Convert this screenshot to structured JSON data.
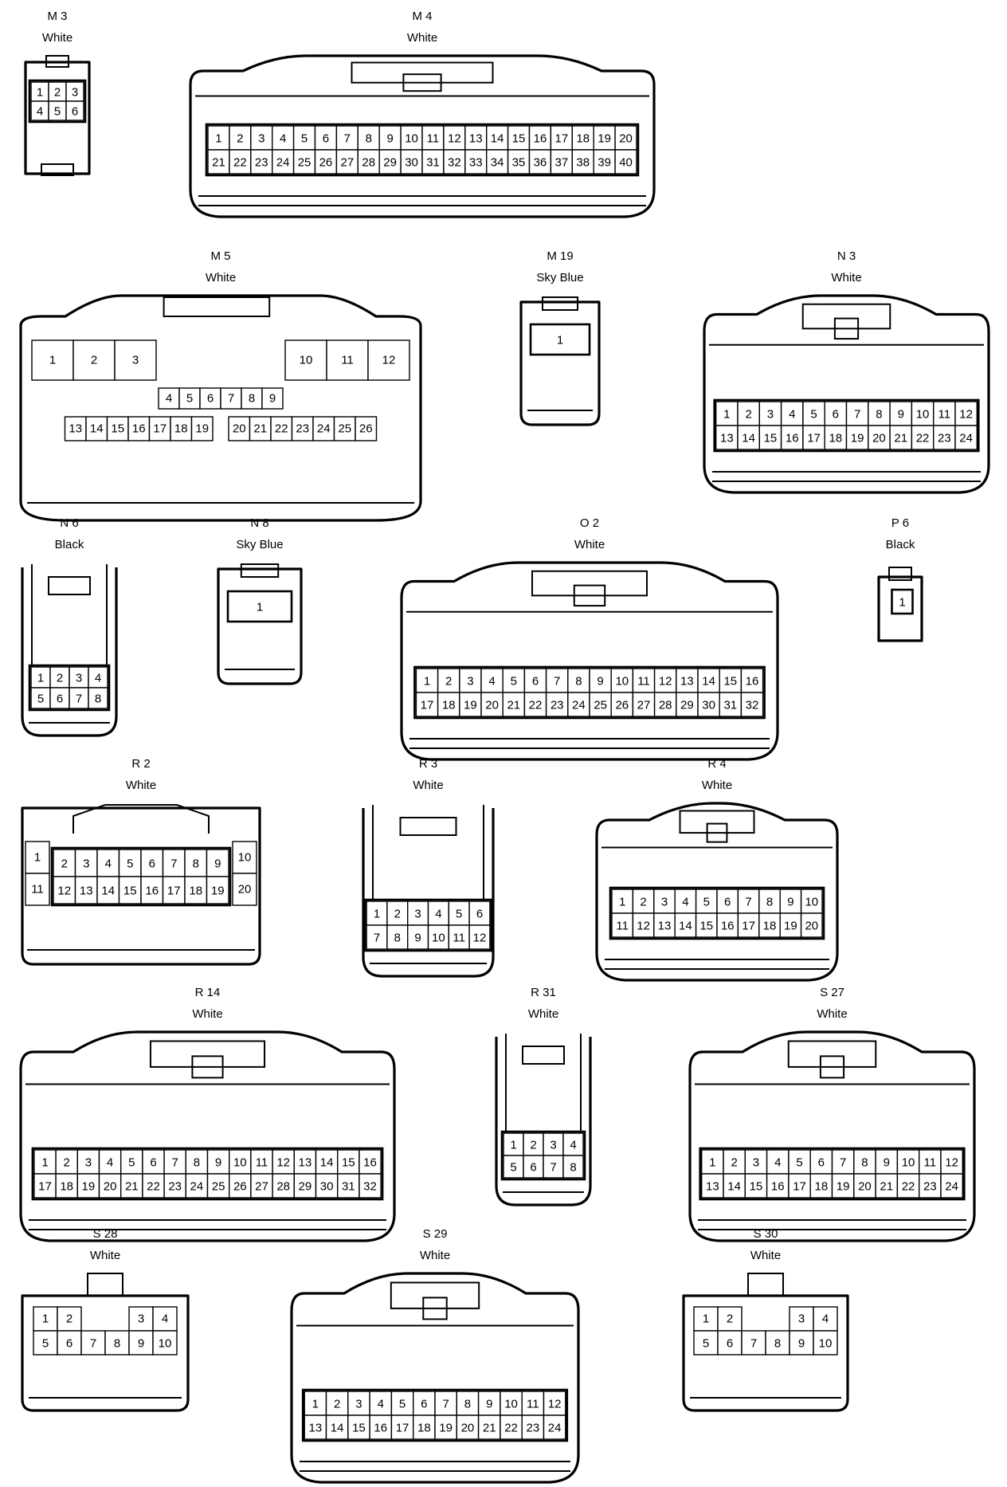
{
  "connectors": [
    {
      "id": "M3",
      "code": "M 3",
      "color": "White",
      "rows": [
        [
          "1",
          "2",
          "3"
        ],
        [
          "4",
          "5",
          "6"
        ]
      ]
    },
    {
      "id": "M4",
      "code": "M 4",
      "color": "White",
      "rows": [
        [
          "1",
          "2",
          "3",
          "4",
          "5",
          "6",
          "7",
          "8",
          "9",
          "10",
          "11",
          "12",
          "13",
          "14",
          "15",
          "16",
          "17",
          "18",
          "19",
          "20"
        ],
        [
          "21",
          "22",
          "23",
          "24",
          "25",
          "26",
          "27",
          "28",
          "29",
          "30",
          "31",
          "32",
          "33",
          "34",
          "35",
          "36",
          "37",
          "38",
          "39",
          "40"
        ]
      ]
    },
    {
      "id": "M5",
      "code": "M 5",
      "color": "White",
      "big": [
        "1",
        "2",
        "3",
        "10",
        "11",
        "12"
      ],
      "mid": [
        "4",
        "5",
        "6",
        "7",
        "8",
        "9"
      ],
      "rows": [
        [
          "13",
          "14",
          "15",
          "16",
          "17",
          "18",
          "19",
          "20",
          "21",
          "22",
          "23",
          "24",
          "25",
          "26"
        ]
      ]
    },
    {
      "id": "M19",
      "code": "M 19",
      "color": "Sky Blue",
      "rows": [
        [
          "1"
        ]
      ]
    },
    {
      "id": "N3",
      "code": "N 3",
      "color": "White",
      "rows": [
        [
          "1",
          "2",
          "3",
          "4",
          "5",
          "6",
          "7",
          "8",
          "9",
          "10",
          "11",
          "12"
        ],
        [
          "13",
          "14",
          "15",
          "16",
          "17",
          "18",
          "19",
          "20",
          "21",
          "22",
          "23",
          "24"
        ]
      ]
    },
    {
      "id": "N6",
      "code": "N 6",
      "color": "Black",
      "rows": [
        [
          "1",
          "2",
          "3",
          "4"
        ],
        [
          "5",
          "6",
          "7",
          "8"
        ]
      ]
    },
    {
      "id": "N8",
      "code": "N 8",
      "color": "Sky Blue",
      "rows": [
        [
          "1"
        ]
      ]
    },
    {
      "id": "O2",
      "code": "O 2",
      "color": "White",
      "rows": [
        [
          "1",
          "2",
          "3",
          "4",
          "5",
          "6",
          "7",
          "8",
          "9",
          "10",
          "11",
          "12",
          "13",
          "14",
          "15",
          "16"
        ],
        [
          "17",
          "18",
          "19",
          "20",
          "21",
          "22",
          "23",
          "24",
          "25",
          "26",
          "27",
          "28",
          "29",
          "30",
          "31",
          "32"
        ]
      ]
    },
    {
      "id": "P6",
      "code": "P 6",
      "color": "Black",
      "rows": [
        [
          "1"
        ]
      ]
    },
    {
      "id": "R2",
      "code": "R 2",
      "color": "White",
      "left": [
        "1",
        "11"
      ],
      "right": [
        "10",
        "20"
      ],
      "rows": [
        [
          "2",
          "3",
          "4",
          "5",
          "6",
          "7",
          "8",
          "9"
        ],
        [
          "12",
          "13",
          "14",
          "15",
          "16",
          "17",
          "18",
          "19"
        ]
      ]
    },
    {
      "id": "R3",
      "code": "R 3",
      "color": "White",
      "rows": [
        [
          "1",
          "2",
          "3",
          "4",
          "5",
          "6"
        ],
        [
          "7",
          "8",
          "9",
          "10",
          "11",
          "12"
        ]
      ]
    },
    {
      "id": "R4",
      "code": "R 4",
      "color": "White",
      "rows": [
        [
          "1",
          "2",
          "3",
          "4",
          "5",
          "6",
          "7",
          "8",
          "9",
          "10"
        ],
        [
          "11",
          "12",
          "13",
          "14",
          "15",
          "16",
          "17",
          "18",
          "19",
          "20"
        ]
      ]
    },
    {
      "id": "R14",
      "code": "R 14",
      "color": "White",
      "rows": [
        [
          "1",
          "2",
          "3",
          "4",
          "5",
          "6",
          "7",
          "8",
          "9",
          "10",
          "11",
          "12",
          "13",
          "14",
          "15",
          "16"
        ],
        [
          "17",
          "18",
          "19",
          "20",
          "21",
          "22",
          "23",
          "24",
          "25",
          "26",
          "27",
          "28",
          "29",
          "30",
          "31",
          "32"
        ]
      ]
    },
    {
      "id": "R31",
      "code": "R 31",
      "color": "White",
      "rows": [
        [
          "1",
          "2",
          "3",
          "4"
        ],
        [
          "5",
          "6",
          "7",
          "8"
        ]
      ]
    },
    {
      "id": "S27",
      "code": "S 27",
      "color": "White",
      "rows": [
        [
          "1",
          "2",
          "3",
          "4",
          "5",
          "6",
          "7",
          "8",
          "9",
          "10",
          "11",
          "12"
        ],
        [
          "13",
          "14",
          "15",
          "16",
          "17",
          "18",
          "19",
          "20",
          "21",
          "22",
          "23",
          "24"
        ]
      ]
    },
    {
      "id": "S28",
      "code": "S 28",
      "color": "White",
      "top": [
        "1",
        "2",
        "",
        "",
        "3",
        "4"
      ],
      "rows": [
        [
          "5",
          "6",
          "7",
          "8",
          "9",
          "10"
        ]
      ]
    },
    {
      "id": "S29",
      "code": "S 29",
      "color": "White",
      "rows": [
        [
          "1",
          "2",
          "3",
          "4",
          "5",
          "6",
          "7",
          "8",
          "9",
          "10",
          "11",
          "12"
        ],
        [
          "13",
          "14",
          "15",
          "16",
          "17",
          "18",
          "19",
          "20",
          "21",
          "22",
          "23",
          "24"
        ]
      ]
    },
    {
      "id": "S30",
      "code": "S 30",
      "color": "White",
      "top": [
        "1",
        "2",
        "",
        "",
        "3",
        "4"
      ],
      "rows": [
        [
          "5",
          "6",
          "7",
          "8",
          "9",
          "10"
        ]
      ]
    }
  ]
}
